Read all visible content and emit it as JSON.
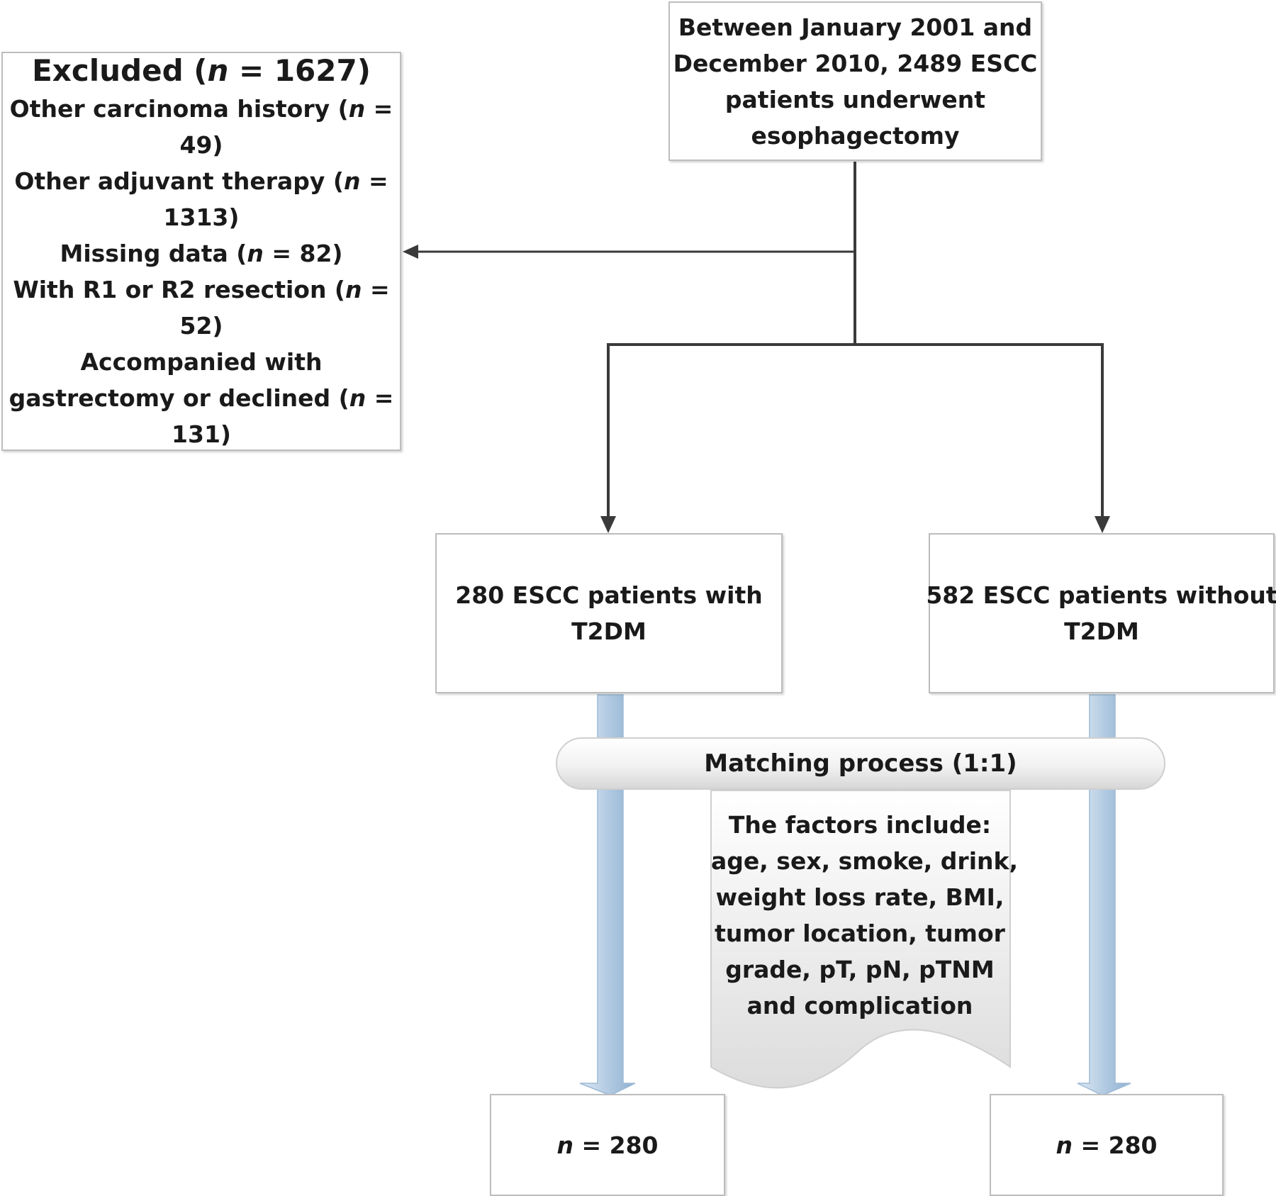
{
  "start_box": {
    "lines": [
      "Between January 2001 and",
      "December 2010, 2489  ESCC",
      "patients underwent",
      "esophagectomy"
    ]
  },
  "excluded_box": {
    "title_prefix": "Excluded (",
    "title_n": "n",
    "title_suffix": " = 1627)",
    "items": [
      {
        "line1_prefix": "Other carcinoma history (",
        "n": "n",
        "line1_suffix": " =",
        "line2": "49)"
      },
      {
        "line1_prefix": "Other adjuvant therapy (",
        "n": "n",
        "line1_suffix": " =",
        "line2": "1313)"
      },
      {
        "line1_prefix": "Missing data (",
        "n": "n",
        "line1_suffix": " = 82)",
        "line2": ""
      },
      {
        "line1_prefix": "With R1 or R2 resection (",
        "n": "n",
        "line1_suffix": " =",
        "line2": "52)"
      },
      {
        "line0": "Accompanied with",
        "line1_prefix": "gastrectomy or declined (",
        "n": "n",
        "line1_suffix": " =",
        "line2": "131)"
      }
    ]
  },
  "group_t2dm": {
    "line1": "280 ESCC patients with",
    "line2": "T2DM"
  },
  "group_no_t2dm": {
    "line1": "582 ESCC patients without",
    "line2": "T2DM"
  },
  "matching": {
    "label": "Matching process (1:1)"
  },
  "factors": {
    "lines": [
      "The factors include:",
      "age, sex, smoke, drink,",
      "weight loss rate, BMI,",
      "tumor location, tumor",
      "grade, pT, pN, pTNM",
      "and complication"
    ]
  },
  "result_left": {
    "n": "n",
    "value": " = 280"
  },
  "result_right": {
    "n": "n",
    "value": " = 280"
  },
  "colors": {
    "connector": "#3a3a3a",
    "box_border": "#bdbdbd",
    "band_fill": "#b7cde3",
    "band_edge": "#8fb0d0"
  }
}
